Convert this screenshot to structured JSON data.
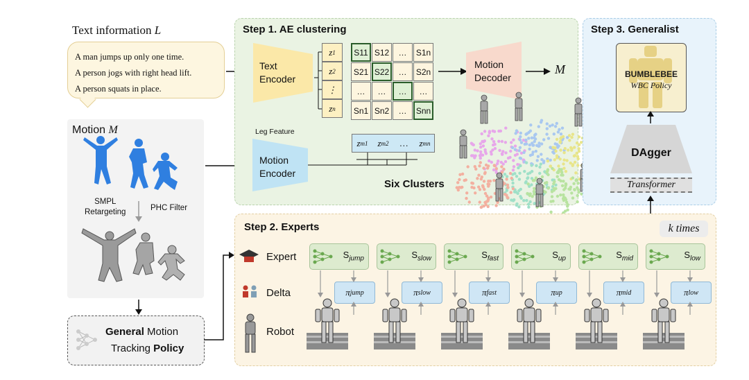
{
  "text_info": {
    "title": "Text information",
    "var": "L",
    "lines": [
      "A man jumps up only one time.",
      "A person jogs with right head lift.",
      "A person squats in place."
    ]
  },
  "motion": {
    "title": "Motion",
    "var": "M",
    "smpl_line1": "SMPL",
    "smpl_line2": "Retargeting",
    "phc_filter": "PHC Filter"
  },
  "general_policy": {
    "line1_bold": "General",
    "line1_rest": " Motion",
    "line2_rest": "Tracking ",
    "line2_bold": "Policy"
  },
  "step1": {
    "title": "Step 1. AE clustering",
    "text_encoder_1": "Text",
    "text_encoder_2": "Encoder",
    "leg_feature": "Leg Feature",
    "motion_encoder_1": "Motion",
    "motion_encoder_2": "Encoder",
    "motion_decoder_1": "Motion",
    "motion_decoder_2": "Decoder",
    "output_var": "M",
    "six_clusters": "Six Clusters",
    "z_text": [
      "z",
      "z",
      "⋮",
      "z"
    ],
    "z_text_sub": [
      "1",
      "2",
      "",
      "n"
    ],
    "z_motion_sub": [
      "1",
      "2",
      "…",
      "n"
    ],
    "sim_matrix": [
      [
        "S11",
        "S12",
        "…",
        "S1n"
      ],
      [
        "S21",
        "S22",
        "…",
        "S2n"
      ],
      [
        "…",
        "…",
        "…",
        "…"
      ],
      [
        "Sn1",
        "Sn2",
        "…",
        "Snn"
      ]
    ]
  },
  "step3": {
    "title": "Step 3. Generalist",
    "bumblebee": "BUMBLEBEE",
    "wbc_policy": "WBC Policy",
    "dagger": "DAgger",
    "transformer": "Transformer"
  },
  "step2": {
    "title": "Step 2. Experts",
    "k_times": "k times",
    "row_expert": "Expert",
    "row_delta": "Delta",
    "row_robot": "Robot",
    "experts": [
      "jump",
      "slow",
      "fast",
      "up",
      "mid",
      "low"
    ]
  },
  "colors": {
    "step1_bg": "#eaf3e3",
    "step2_bg": "#fcf4e4",
    "step3_bg": "#e8f3fb",
    "smpl_blue": "#2f7fe0",
    "encoder_yellow": "#fbe8a8",
    "encoder_blue": "#bfe3f4",
    "decoder_pink": "#f8d9cc"
  }
}
